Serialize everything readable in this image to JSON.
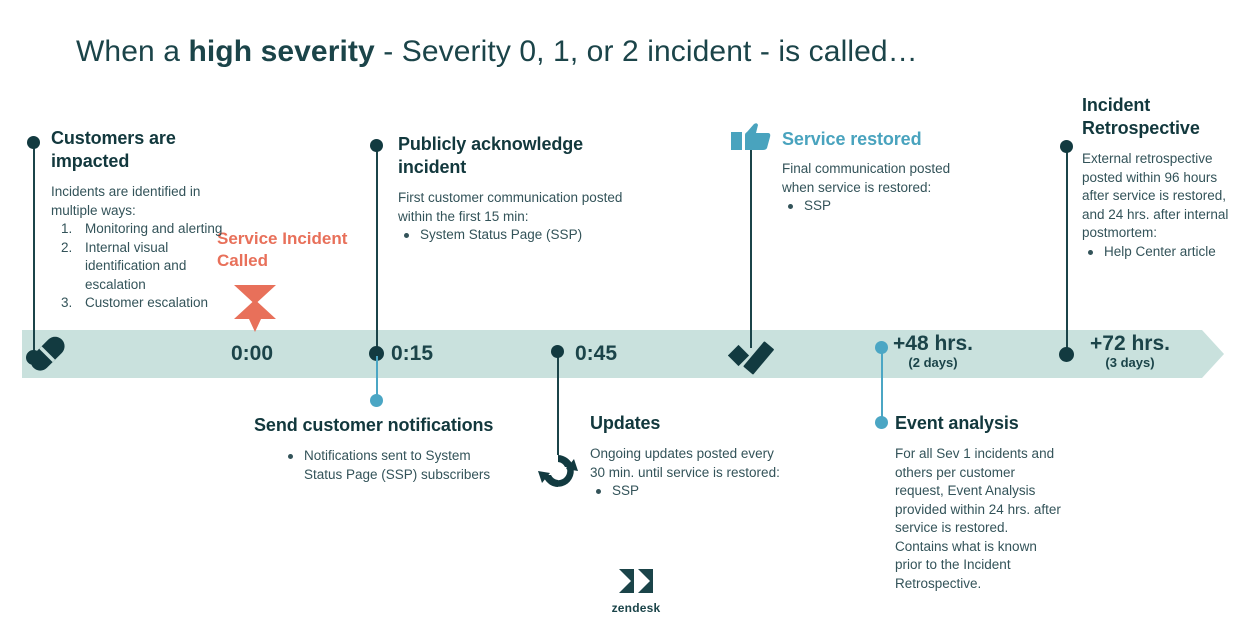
{
  "title": {
    "before": "When a ",
    "bold": "high severity",
    "after": " - Severity 0, 1, or 2 incident - is called…"
  },
  "colors": {
    "dark_teal": "#12383d",
    "body_text": "#335359",
    "bar_fill": "#c9e1dd",
    "accent_teal": "#49a3be",
    "marker_teal": "#4ba6c4",
    "coral": "#e8705a"
  },
  "timeline": {
    "ticks": [
      {
        "label": "0:00",
        "sub": ""
      },
      {
        "label": "0:15",
        "sub": ""
      },
      {
        "label": "0:45",
        "sub": ""
      },
      {
        "label": "+48 hrs.",
        "sub": "(2 days)"
      },
      {
        "label": "+72 hrs.",
        "sub": "(3 days)"
      }
    ]
  },
  "incident_called": {
    "label": "Service Incident Called",
    "icon": "hourglass-icon"
  },
  "above": [
    {
      "heading": "Customers are impacted",
      "intro": "Incidents are identified in multiple ways:",
      "numbered": [
        "Monitoring and alerting",
        "Internal visual identification and escalation",
        "Customer escalation"
      ]
    },
    {
      "heading": "Publicly acknowledge incident",
      "intro": "First customer communication posted within the first 15 min:",
      "bullets": [
        "System Status Page (SSP)"
      ]
    },
    {
      "heading": "Service restored",
      "intro": "Final communication posted when service is restored:",
      "bullets": [
        "SSP"
      ],
      "icon": "thumbs-up-icon"
    },
    {
      "heading": "Incident Retrospective",
      "intro": "External retrospective posted within 96 hours after service is restored, and 24 hrs. after internal postmortem:",
      "bullets": [
        "Help Center article"
      ]
    }
  ],
  "below": [
    {
      "heading": "Send customer notifications",
      "bullets": [
        "Notifications sent to System Status Page (SSP) subscribers"
      ]
    },
    {
      "heading": "Updates",
      "intro": "Ongoing updates posted every 30 min. until service is restored:",
      "bullets": [
        "SSP"
      ],
      "icon": "refresh-icon"
    },
    {
      "heading": "Event analysis",
      "intro": "For all Sev 1 incidents and others per customer request, Event Analysis provided within 24 hrs. after service is restored. Contains what is known prior to the Incident Retrospective."
    }
  ],
  "icons": {
    "bandage": "bandage-icon",
    "check": "check-icon"
  },
  "brand": {
    "name": "zendesk"
  }
}
